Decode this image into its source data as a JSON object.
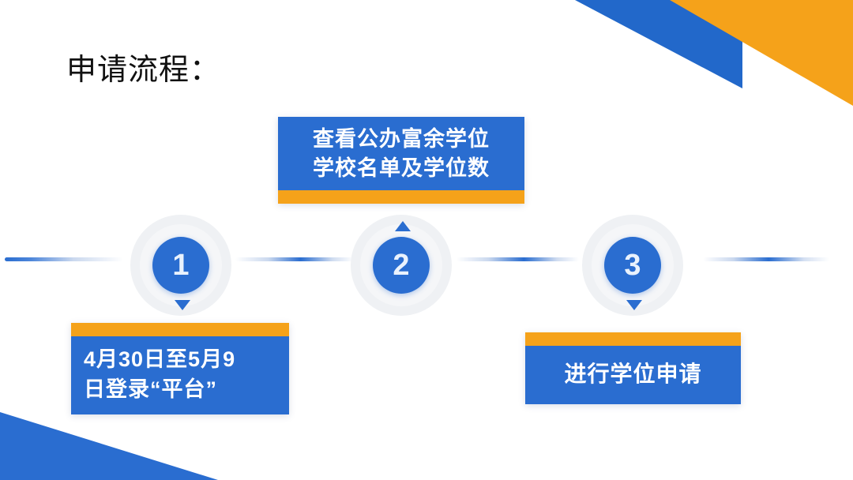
{
  "slide": {
    "title": "申请流程：",
    "background_color": "#ffffff",
    "accent_blue": "#2a6dd0",
    "accent_orange": "#f5a21a"
  },
  "decorations": [
    {
      "name": "top-right-blue-triangle",
      "color": "#2268ca"
    },
    {
      "name": "top-right-orange-triangle",
      "color": "#f5a21a"
    },
    {
      "name": "bottom-left-blue-triangle",
      "color": "#2a6dd0"
    }
  ],
  "timeline": {
    "steps": [
      {
        "number": "1",
        "pointer": "down"
      },
      {
        "number": "2",
        "pointer": "up"
      },
      {
        "number": "3",
        "pointer": "down"
      }
    ],
    "connectors": 4
  },
  "cards": {
    "step2": {
      "position": "top",
      "bar": "bottom",
      "lines": [
        "查看公办富余学位",
        "学校名单及学位数"
      ]
    },
    "step1": {
      "position": "bottom-left",
      "bar": "top",
      "lines": [
        "4月30日至5月9",
        "日登录“平台”"
      ]
    },
    "step3": {
      "position": "bottom-right",
      "bar": "top",
      "lines": [
        "进行学位申请"
      ]
    }
  }
}
